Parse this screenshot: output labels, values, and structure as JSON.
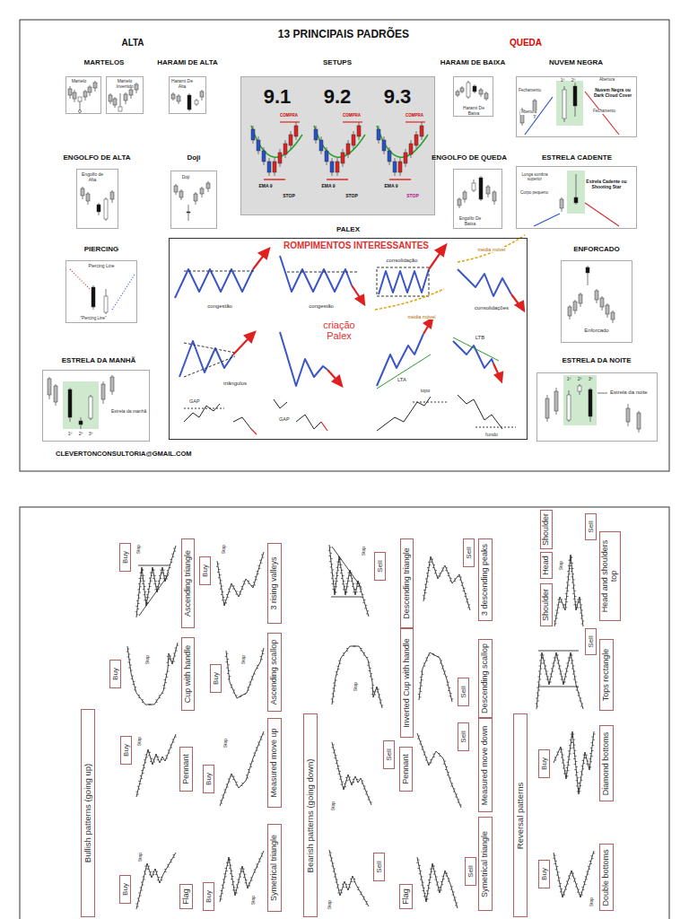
{
  "diagram": {
    "title": "13 PRINCIPAIS PADRÕES",
    "nodes": [
      {
        "text": [
          "MARTELOS",
          "Martelo"
        ]
      },
      {
        "text": [
          "Martelo Invertido"
        ]
      },
      {
        "text": [
          "HARAMI DE ALTA",
          "Harami De Alta"
        ]
      },
      {
        "text": [
          "SETUPS",
          "9.1",
          "9.2",
          "9.3",
          "EMA 9",
          "EMA 9",
          "EMA 9",
          "COMPRA",
          "COMPRA",
          "COMPRA",
          "STOP",
          "STOP",
          "STOP"
        ]
      },
      {
        "text": [
          "HARAMI DE BAIXA",
          "Harami De Baixa"
        ]
      },
      {
        "text": [
          "NUVEM NEGRA",
          "1º",
          "2º",
          "Abertura",
          "Fechamento",
          "Nuvem Negra ou Dark Cloud Cover",
          "Fechamento",
          "Abertura"
        ]
      },
      {
        "text": [
          "ENGOLFO DE ALTA",
          "Engolfo de Alta"
        ]
      },
      {
        "text": [
          "Doji",
          "Doji"
        ]
      },
      {
        "text": [
          "ENGOLFO DE QUEDA",
          "Engolfo De Baixa"
        ]
      },
      {
        "text": [
          "ESTRELA CADENTE",
          "Longa sombra superior",
          "Corpo pequeno",
          "Estrela Cadente ou Shooting Star"
        ]
      },
      {
        "text": [
          "PIERCING",
          "Piercing Line",
          "\"Piercing Line\""
        ]
      },
      {
        "text": [
          "PALEX",
          "ROMPIMENTOS INTERESSANTES",
          "congestão",
          "congestão",
          "consolidação",
          "média móvel",
          "média móvel",
          "consolidações",
          "criação Palex",
          "triângulos",
          "LTA",
          "LTB",
          "GAP",
          "GAP",
          "topo",
          "fundo"
        ]
      },
      {
        "text": [
          "ENFORCADO",
          "Enforcado"
        ]
      },
      {
        "text": [
          "ESTRELA DA MANHÃ",
          "1º",
          "2º",
          "3º",
          "Estrela da manhã"
        ]
      },
      {
        "text": [
          "ESTRELA DA NOITE",
          "1º",
          "2º",
          "3º",
          "Estrela da noite"
        ]
      },
      {
        "text": [
          "Bullish patterns (going up)"
        ]
      },
      {
        "text": [
          "Buy"
        ]
      },
      {
        "text": [
          "Ascending triangle"
        ]
      },
      {
        "text": [
          "Buy"
        ]
      },
      {
        "text": [
          "3 rising valleys"
        ]
      },
      {
        "text": [
          "Buy"
        ]
      },
      {
        "text": [
          "Cup with handle"
        ]
      },
      {
        "text": [
          "Buy"
        ]
      },
      {
        "text": [
          "Ascending scallop"
        ]
      },
      {
        "text": [
          "Buy"
        ]
      },
      {
        "text": [
          "Pennant"
        ]
      },
      {
        "text": [
          "Buy"
        ]
      },
      {
        "text": [
          "Measured move up"
        ]
      },
      {
        "text": [
          "Buy"
        ]
      },
      {
        "text": [
          "Flag"
        ]
      },
      {
        "text": [
          "Buy"
        ]
      },
      {
        "text": [
          "Symetrical triangle"
        ]
      },
      {
        "text": [
          "Bearish patterns (going down)"
        ]
      },
      {
        "text": [
          "Sell"
        ]
      },
      {
        "text": [
          "Descending triangle"
        ]
      },
      {
        "text": [
          "Sell"
        ]
      },
      {
        "text": [
          "3 descending peaks"
        ]
      },
      {
        "text": [
          "Inverted Cup with handle"
        ]
      },
      {
        "text": [
          "Sell"
        ]
      },
      {
        "text": [
          "Descending scallop"
        ]
      },
      {
        "text": [
          "Sell"
        ]
      },
      {
        "text": [
          "Pennant"
        ]
      },
      {
        "text": [
          "Sell"
        ]
      },
      {
        "text": [
          "Measured move down"
        ]
      },
      {
        "text": [
          "Sell"
        ]
      },
      {
        "text": [
          "Flag"
        ]
      },
      {
        "text": [
          "Sell"
        ]
      },
      {
        "text": [
          "Symetrical triangle"
        ]
      },
      {
        "text": [
          "Reversal patterns"
        ]
      },
      {
        "text": [
          "Shoulder"
        ]
      },
      {
        "text": [
          "Head"
        ]
      },
      {
        "text": [
          "Shoulder"
        ]
      },
      {
        "text": [
          "Sell"
        ]
      },
      {
        "text": [
          "Head and shoulders top"
        ]
      },
      {
        "text": [
          "Sell"
        ]
      },
      {
        "text": [
          "Tops rectangle"
        ]
      },
      {
        "text": [
          "Buy"
        ]
      },
      {
        "text": [
          "Diamond bottoms"
        ]
      },
      {
        "text": [
          "Buy"
        ]
      },
      {
        "text": [
          "Double bottoms"
        ]
      }
    ],
    "labels": [
      "ALTA",
      "QUEDA",
      "CLEVERTONCONSULTORIA@GMAIL.COM",
      "Stop",
      "Stop",
      "Stop",
      "Stop",
      "Stop",
      "Stop",
      "Stop",
      "Stop",
      "Stop",
      "Stop",
      "Stop",
      "Stop",
      "Stop",
      "Stop"
    ]
  }
}
